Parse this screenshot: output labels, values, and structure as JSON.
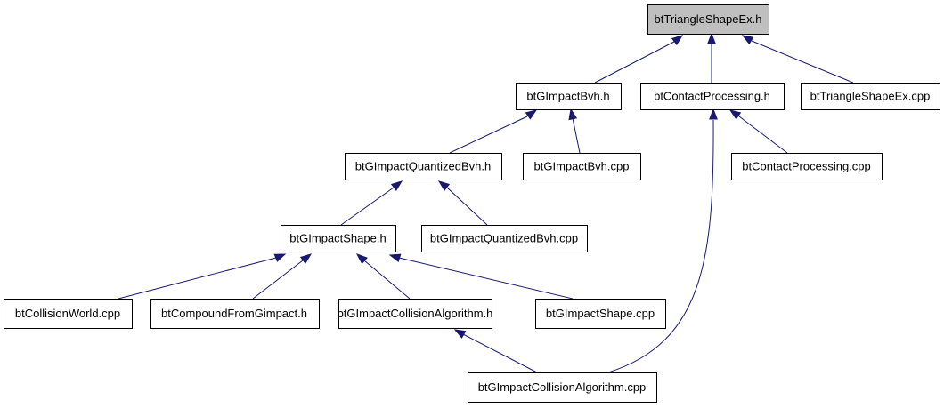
{
  "diagram": {
    "type": "include-dependency-graph",
    "colors": {
      "edge": "#191970",
      "root_fill": "#bfbfbf",
      "node_fill": "#ffffff",
      "node_border": "#000000"
    },
    "nodes": [
      {
        "id": "n0",
        "label": "btTriangleShapeEx.h"
      },
      {
        "id": "n1",
        "label": "btGImpactBvh.h"
      },
      {
        "id": "n2",
        "label": "btContactProcessing.h"
      },
      {
        "id": "n3",
        "label": "btTriangleShapeEx.cpp"
      },
      {
        "id": "n4",
        "label": "btGImpactQuantizedBvh.h"
      },
      {
        "id": "n5",
        "label": "btGImpactBvh.cpp"
      },
      {
        "id": "n6",
        "label": "btContactProcessing.cpp"
      },
      {
        "id": "n7",
        "label": "btGImpactShape.h"
      },
      {
        "id": "n8",
        "label": "btGImpactQuantizedBvh.cpp"
      },
      {
        "id": "n9",
        "label": "btCollisionWorld.cpp"
      },
      {
        "id": "n10",
        "label": "btCompoundFromGimpact.h"
      },
      {
        "id": "n11",
        "label": "btGImpactCollisionAlgorithm.h"
      },
      {
        "id": "n12",
        "label": "btGImpactShape.cpp"
      },
      {
        "id": "n13",
        "label": "btGImpactCollisionAlgorithm.cpp"
      }
    ],
    "edges": [
      {
        "from": "n1",
        "to": "n0"
      },
      {
        "from": "n2",
        "to": "n0"
      },
      {
        "from": "n3",
        "to": "n0"
      },
      {
        "from": "n4",
        "to": "n1"
      },
      {
        "from": "n5",
        "to": "n1"
      },
      {
        "from": "n13",
        "to": "n2"
      },
      {
        "from": "n6",
        "to": "n2"
      },
      {
        "from": "n7",
        "to": "n4"
      },
      {
        "from": "n8",
        "to": "n4"
      },
      {
        "from": "n9",
        "to": "n7"
      },
      {
        "from": "n10",
        "to": "n7"
      },
      {
        "from": "n11",
        "to": "n7"
      },
      {
        "from": "n12",
        "to": "n7"
      },
      {
        "from": "n13",
        "to": "n11"
      }
    ]
  }
}
